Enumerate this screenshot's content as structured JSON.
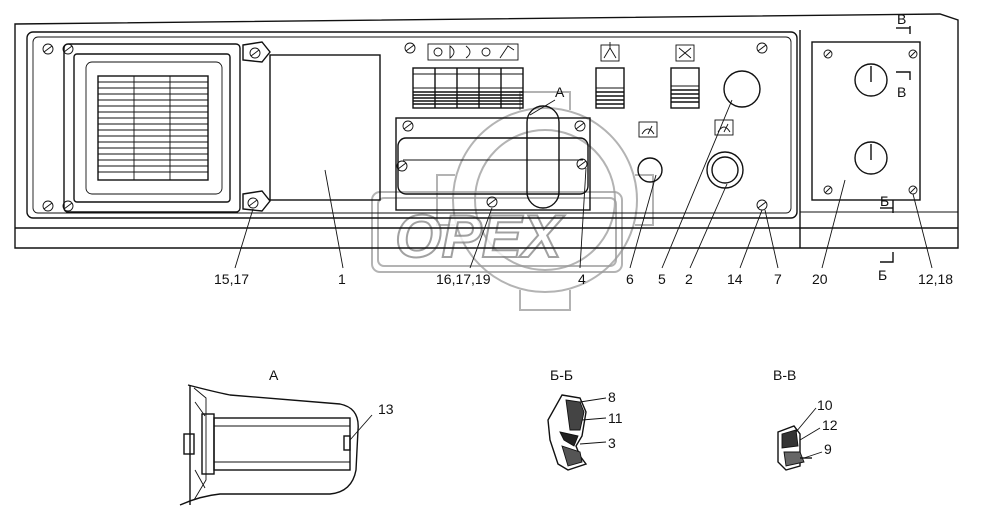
{
  "watermark": "OPEX",
  "sections": {
    "a": "А",
    "b_top": "Б",
    "b_bottom": "Б",
    "v_top": "В",
    "v_bottom": "В",
    "bb": "Б-Б",
    "vv": "В-В"
  },
  "callouts": {
    "c15_17": "15,17",
    "c1": "1",
    "c16_17_19": "16,17,19",
    "c4": "4",
    "c6": "6",
    "c5": "5",
    "c2": "2",
    "c14": "14",
    "c7": "7",
    "c20": "20",
    "c12_18": "12,18",
    "c13": "13",
    "c8": "8",
    "c11": "11",
    "c3": "3",
    "c10": "10",
    "c12": "12",
    "c9": "9"
  }
}
